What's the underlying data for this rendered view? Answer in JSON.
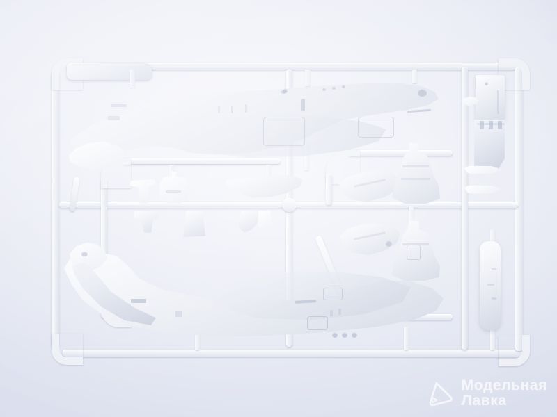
{
  "image": {
    "subject": "Plastic model kit sprue with helicopter parts",
    "background_color": "#dfe3f0",
    "plastic_color": "#e4e7ef"
  },
  "watermark": {
    "logo_icon": "rounded-triangle-arrow-logo",
    "line1": "Модельная",
    "line2": "Лавка",
    "color": "#ffffff"
  },
  "sprue": {
    "label_tab": "",
    "parts": [
      {
        "name": "upper-fuselage-half",
        "note": ""
      },
      {
        "name": "lower-fuselage-half",
        "note": ""
      },
      {
        "name": "tail-fin-upper",
        "note": ""
      },
      {
        "name": "tail-fin-lower",
        "note": ""
      },
      {
        "name": "stub-wing-left",
        "note": ""
      },
      {
        "name": "stub-wing-right",
        "note": ""
      },
      {
        "name": "horizontal-stabilizer",
        "note": ""
      },
      {
        "name": "cockpit-seat",
        "note": ""
      },
      {
        "name": "instrument-console",
        "note": ""
      },
      {
        "name": "sensor-turret",
        "note": ""
      },
      {
        "name": "avionics-box",
        "note": ""
      },
      {
        "name": "antenna-small",
        "note": ""
      },
      {
        "name": "equipment-box-large",
        "note": ""
      },
      {
        "name": "missile-left",
        "note": ""
      },
      {
        "name": "missile-right",
        "note": ""
      },
      {
        "name": "rotor-blade",
        "note": ""
      }
    ]
  }
}
